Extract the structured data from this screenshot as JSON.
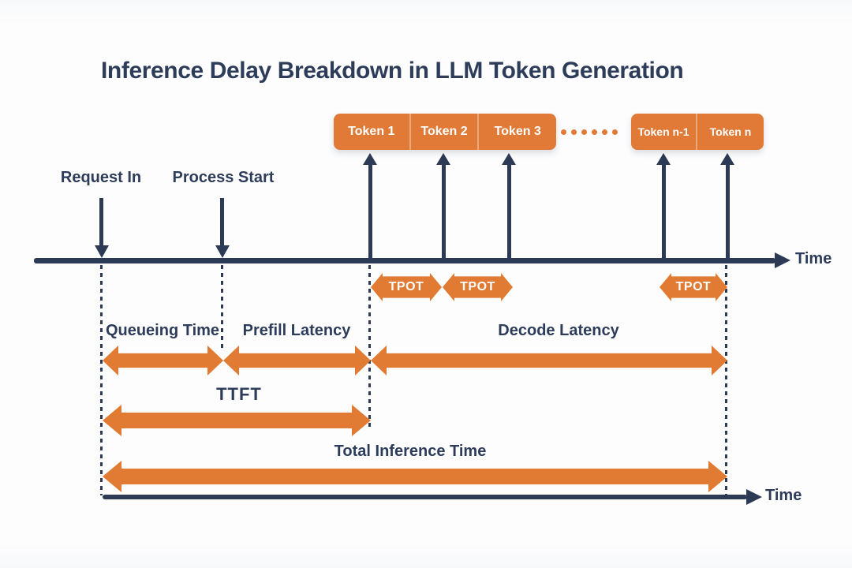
{
  "title": "Inference Delay Breakdown in LLM Token Generation",
  "colors": {
    "navy": "#2c3a55",
    "orange": "#e17b33",
    "background": "#fdfdfe",
    "token_text": "#ffffff"
  },
  "timeline": {
    "top_axis_label": "Time",
    "bottom_axis_label": "Time"
  },
  "events": {
    "request_in": "Request In",
    "process_start": "Process Start"
  },
  "tokens": {
    "group_a": [
      "Token 1",
      "Token 2",
      "Token 3"
    ],
    "ellipsis": "......",
    "group_b": [
      "Token n-1",
      "Token n"
    ]
  },
  "intervals": {
    "tpot_labels": [
      "TPOT",
      "TPOT",
      "TPOT"
    ],
    "segments": [
      "Queueing Time",
      "Prefill Latency",
      "Decode Latency"
    ],
    "ttft": "TTFT",
    "total": "Total Inference Time"
  }
}
